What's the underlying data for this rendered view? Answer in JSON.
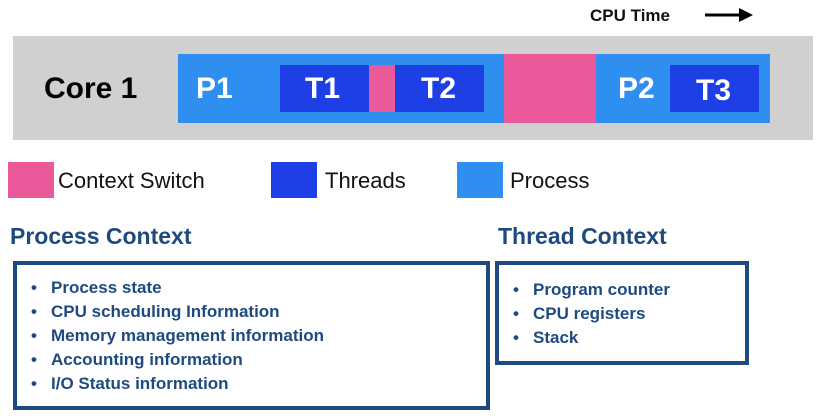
{
  "timeline": {
    "cpu_time_label": "CPU Time",
    "core_label": "Core 1",
    "p1_label": "P1",
    "t1_label": "T1",
    "t2_label": "T2",
    "p2_label": "P2",
    "t3_label": "T3"
  },
  "legend": {
    "context_switch": "Context Switch",
    "threads": "Threads",
    "process": "Process"
  },
  "colors": {
    "process": "#2e8ff0",
    "thread": "#1e3ee6",
    "context_switch": "#ea5a9b",
    "context_border": "#1e4a7f"
  },
  "process_context": {
    "title": "Process Context",
    "items": [
      "Process state",
      "CPU scheduling Information",
      "Memory management information",
      "Accounting information",
      "I/O Status information"
    ]
  },
  "thread_context": {
    "title": "Thread Context",
    "items": [
      "Program counter",
      "CPU registers",
      "Stack"
    ]
  }
}
